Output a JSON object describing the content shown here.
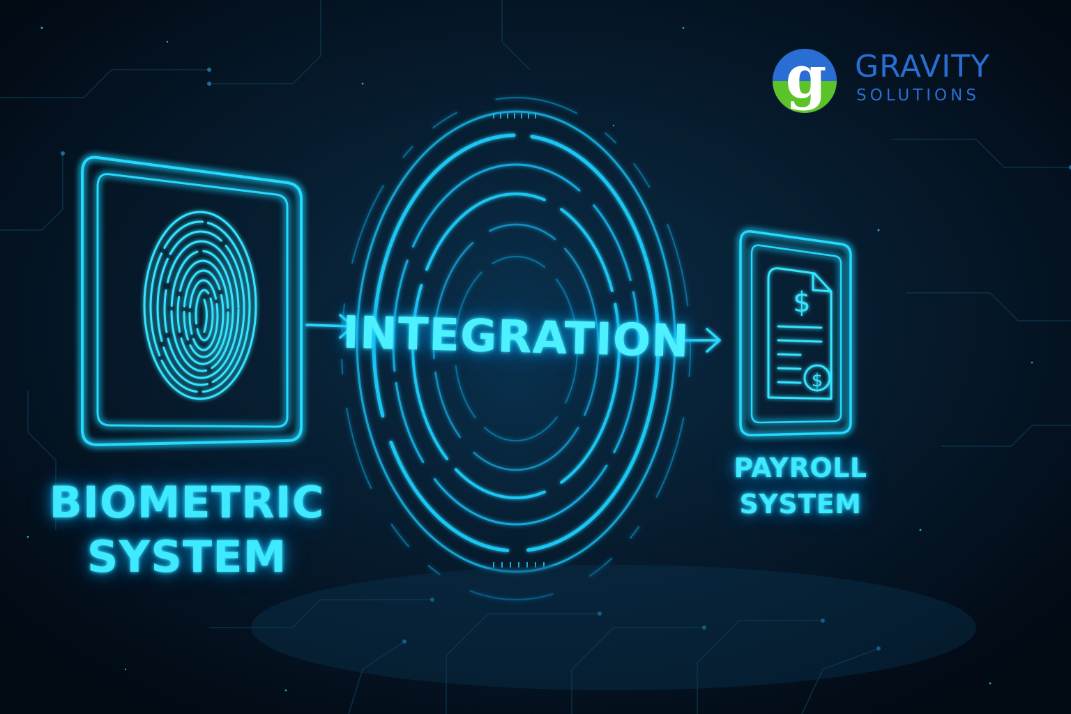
{
  "brand": {
    "word1": "GRAVITY",
    "word2": "SOLUTIONS",
    "mark_letter": "g",
    "color_blue": "#2a6ed3",
    "color_green": "#5cc22a"
  },
  "nodes": {
    "biometric": {
      "line1": "BIOMETRIC",
      "line2": "SYSTEM"
    },
    "integration": {
      "label": "INTEGRATION"
    },
    "payroll": {
      "line1": "PAYROLL",
      "line2": "SYSTEM"
    }
  },
  "icons": {
    "biometric": "fingerprint-icon",
    "payroll": "payroll-document-icon",
    "currency_symbol": "$"
  },
  "colors": {
    "background": "#030d18",
    "glow": "#3fe9ff",
    "ring": "#17b8e8"
  }
}
